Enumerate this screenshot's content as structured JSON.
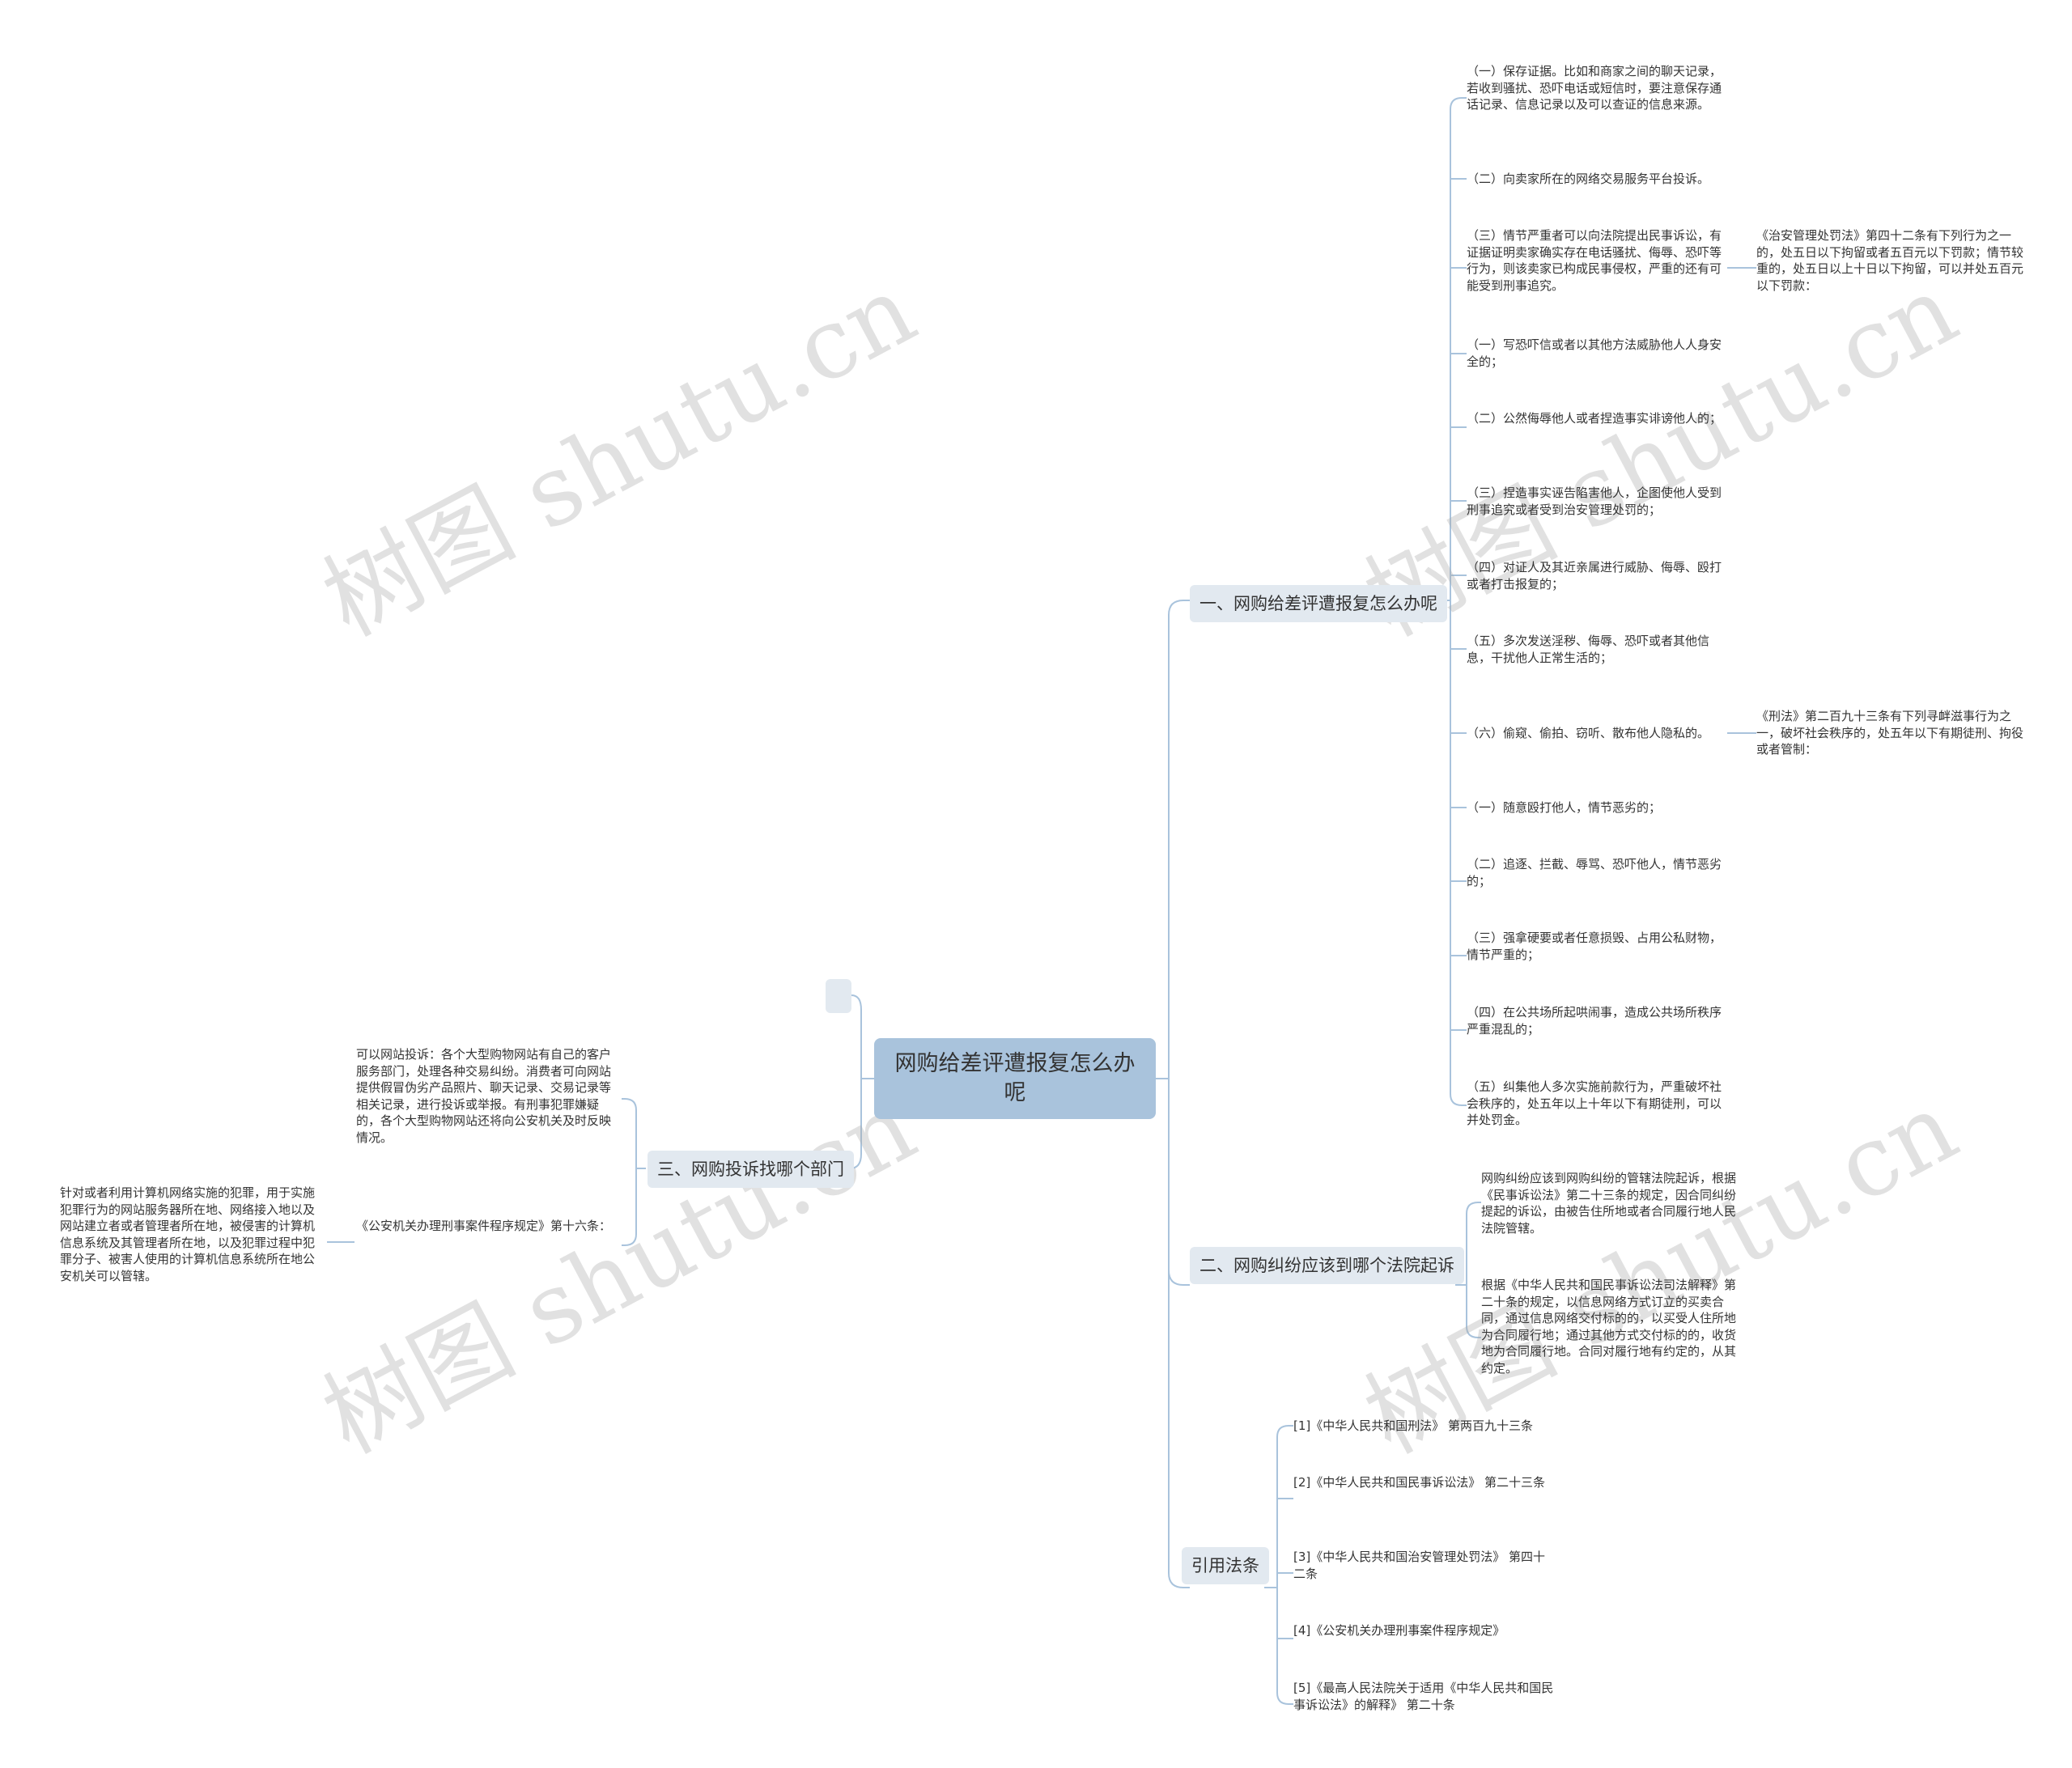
{
  "root": "网购给差评遭报复怎么办呢",
  "branches": {
    "b1": {
      "label": "一、网购给差评遭报复怎么办呢",
      "items": [
        "（一）保存证据。比如和商家之间的聊天记录，若收到骚扰、恐吓电话或短信时，要注意保存通话记录、信息记录以及可以查证的信息来源。",
        "（二）向卖家所在的网络交易服务平台投诉。",
        "（三）情节严重者可以向法院提出民事诉讼，有证据证明卖家确实存在电话骚扰、侮辱、恐吓等行为，则该卖家已构成民事侵权，严重的还有可能受到刑事追究。",
        "（一）写恐吓信或者以其他方法威胁他人人身安全的；",
        "（二）公然侮辱他人或者捏造事实诽谤他人的；",
        "（三）捏造事实诬告陷害他人，企图使他人受到刑事追究或者受到治安管理处罚的；",
        "（四）对证人及其近亲属进行威胁、侮辱、殴打或者打击报复的；",
        "（五）多次发送淫秽、侮辱、恐吓或者其他信息，干扰他人正常生活的；",
        "（六）偷窥、偷拍、窃听、散布他人隐私的。",
        "（一）随意殴打他人，情节恶劣的；",
        "（二）追逐、拦截、辱骂、恐吓他人，情节恶劣的；",
        "（三）强拿硬要或者任意损毁、占用公私财物，情节严重的；",
        "（四）在公共场所起哄闹事，造成公共场所秩序严重混乱的；",
        "（五）纠集他人多次实施前款行为，严重破坏社会秩序的，处五年以上十年以下有期徒刑，可以并处罚金。"
      ],
      "notes": {
        "n1": "《治安管理处罚法》第四十二条有下列行为之一的，处五日以下拘留或者五百元以下罚款；情节较重的，处五日以上十日以下拘留，可以并处五百元以下罚款：",
        "n2": "《刑法》第二百九十三条有下列寻衅滋事行为之一，破坏社会秩序的，处五年以下有期徒刑、拘役或者管制："
      }
    },
    "b2": {
      "label": "二、网购纠纷应该到哪个法院起诉",
      "items": [
        "网购纠纷应该到网购纠纷的管辖法院起诉，根据《民事诉讼法》第二十三条的规定，因合同纠纷提起的诉讼，由被告住所地或者合同履行地人民法院管辖。",
        "根据《中华人民共和国民事诉讼法司法解释》第二十条的规定，以信息网络方式订立的买卖合同，通过信息网络交付标的的，以买受人住所地为合同履行地；通过其他方式交付标的的，收货地为合同履行地。合同对履行地有约定的，从其约定。"
      ]
    },
    "b3": {
      "label": "引用法条",
      "items": [
        "[1]《中华人民共和国刑法》 第两百九十三条",
        "[2]《中华人民共和国民事诉讼法》 第二十三条",
        "[3]《中华人民共和国治安管理处罚法》 第四十二条",
        "[4]《公安机关办理刑事案件程序规定》",
        "[5]《最高人民法院关于适用《中华人民共和国民事诉讼法》的解释》 第二十条"
      ]
    },
    "b4": {
      "label": "三、网购投诉找哪个部门",
      "items": [
        "可以网站投诉：各个大型购物网站有自己的客户服务部门，处理各种交易纠纷。消费者可向网站提供假冒伪劣产品照片、聊天记录、交易记录等相关记录，进行投诉或举报。有刑事犯罪嫌疑的，各个大型购物网站还将向公安机关及时反映情况。",
        "《公安机关办理刑事案件程序规定》第十六条："
      ],
      "note": "针对或者利用计算机网络实施的犯罪，用于实施犯罪行为的网站服务器所在地、网络接入地以及网站建立者或者管理者所在地，被侵害的计算机信息系统及其管理者所在地，以及犯罪过程中犯罪分子、被害人使用的计算机信息系统所在地公安机关可以管辖。"
    }
  },
  "watermark": "树图 shutu.cn",
  "colors": {
    "root_fill": "#a9c3dc",
    "branch_fill": "#e2e9f0",
    "line": "#a9c3dc"
  }
}
